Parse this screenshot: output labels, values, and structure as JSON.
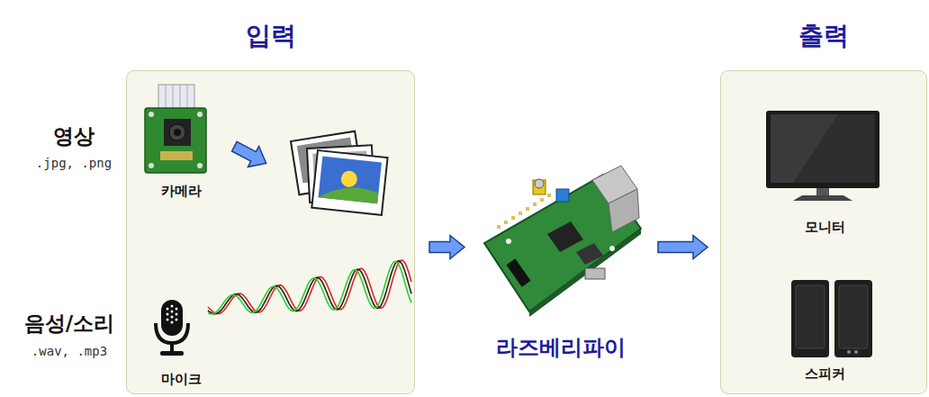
{
  "diagram": {
    "nodes": [
      {
        "text": [
          "입력"
        ]
      },
      {
        "text": [
          "카메라"
        ],
        "in": 0
      },
      {
        "text": [
          "마이크"
        ],
        "in": 0
      },
      {
        "text": [
          "라즈베리파이"
        ]
      },
      {
        "text": [
          "출력"
        ]
      },
      {
        "text": [
          "모니터"
        ],
        "in": 4
      },
      {
        "text": [
          "스피커"
        ],
        "in": 4
      }
    ],
    "edges": [
      {
        "from": 0,
        "to": 3,
        "arrow": "to"
      },
      {
        "from": 3,
        "to": 4,
        "arrow": "to"
      }
    ],
    "labels": [
      "영상",
      ".jpg, .png",
      "음성/소리",
      ".wav, .mp3"
    ]
  }
}
